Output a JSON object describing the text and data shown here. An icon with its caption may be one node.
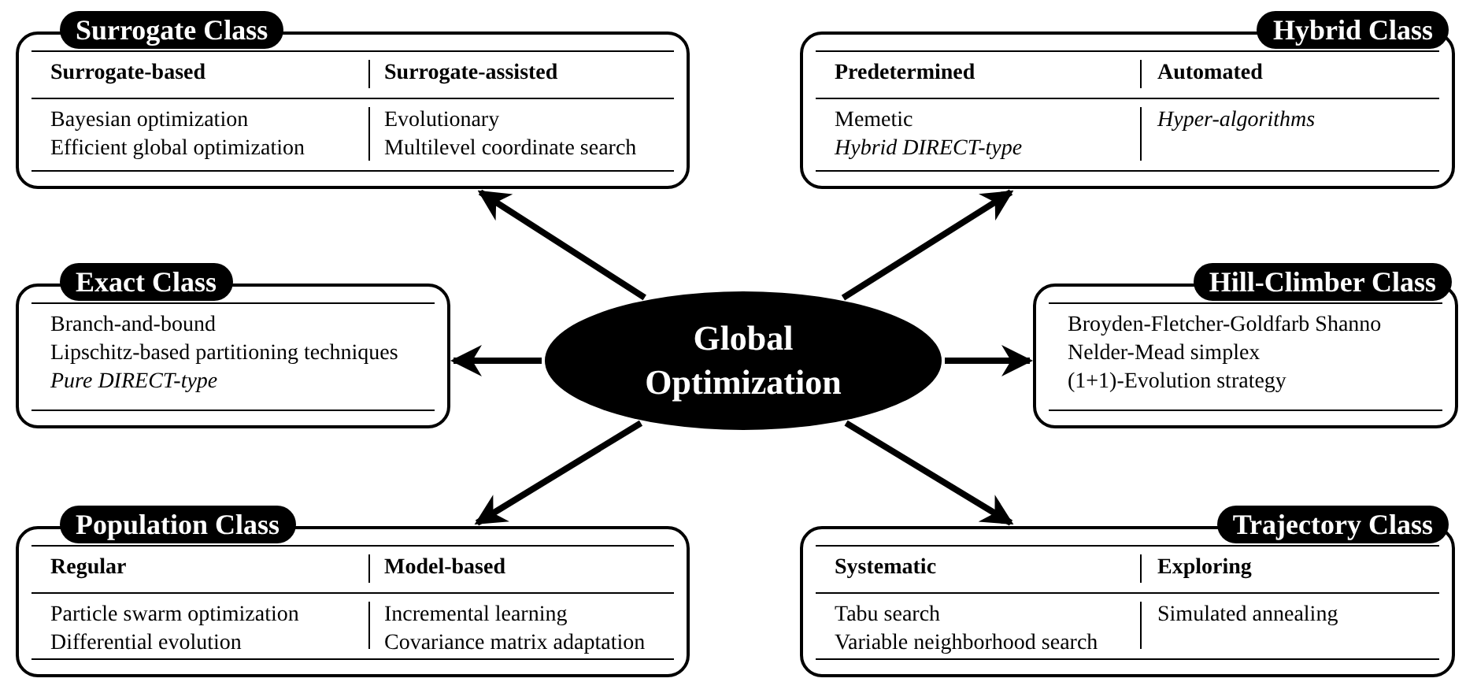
{
  "diagram": {
    "nodes": [
      {
        "text": [
          "Global Optimization"
        ]
      },
      {
        "text": [
          "Surrogate Class",
          "Surrogate-based",
          "Surrogate-assisted",
          "Bayesian optimization",
          "Efficient global optimization",
          "Evolutionary",
          "Multilevel coordinate search"
        ]
      },
      {
        "text": [
          "Hybrid Class",
          "Predetermined",
          "Automated",
          "Memetic",
          "*Hybrid DIRECT-type*",
          "*Hyper-algorithms*"
        ]
      },
      {
        "text": [
          "Exact Class",
          "Branch-and-bound",
          "Lipschitz-based partitioning techniques",
          "*Pure DIRECT-type*"
        ]
      },
      {
        "text": [
          "Hill-Climber Class",
          "Broyden-Fletcher-Goldfarb Shanno",
          "Nelder-Mead simplex",
          "(1+1)-Evolution strategy"
        ]
      },
      {
        "text": [
          "Population Class",
          "Regular",
          "Model-based",
          "Particle swarm optimization",
          "Differential evolution",
          "Incremental learning",
          "Covariance matrix adaptation"
        ]
      },
      {
        "text": [
          "Trajectory Class",
          "Systematic",
          "Exploring",
          "Tabu search",
          "Variable neighborhood search",
          "Simulated annealing"
        ]
      }
    ],
    "edges": [
      {
        "from": 0,
        "to": 1,
        "arrow": "to"
      },
      {
        "from": 0,
        "to": 2,
        "arrow": "to"
      },
      {
        "from": 0,
        "to": 3,
        "arrow": "to"
      },
      {
        "from": 0,
        "to": 4,
        "arrow": "to"
      },
      {
        "from": 0,
        "to": 5,
        "arrow": "to"
      },
      {
        "from": 0,
        "to": 6,
        "arrow": "to"
      }
    ]
  }
}
